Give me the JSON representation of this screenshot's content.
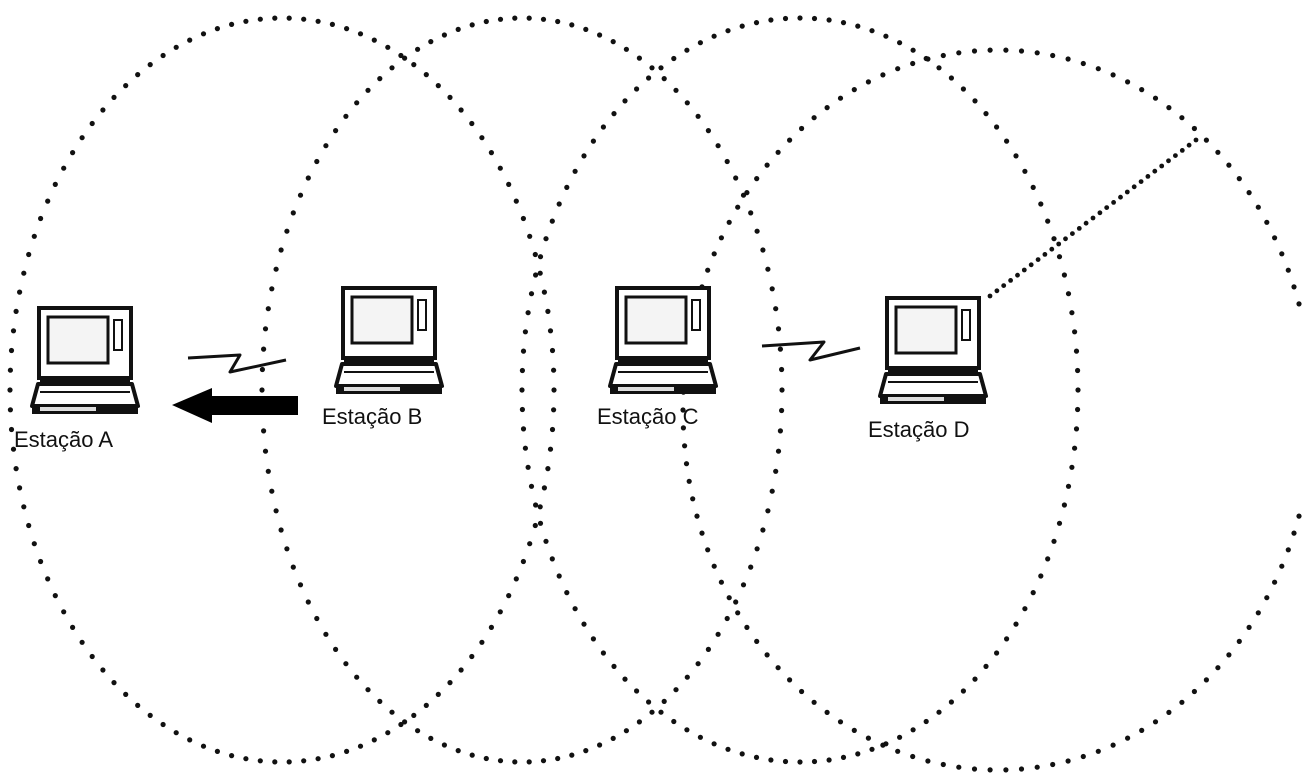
{
  "stations": [
    {
      "id": "a",
      "label": "Estação A"
    },
    {
      "id": "b",
      "label": "Estação B"
    },
    {
      "id": "c",
      "label": "Estação C"
    },
    {
      "id": "d",
      "label": "Estação D"
    }
  ],
  "colors": {
    "ink": "#111111",
    "background": "#ffffff",
    "screen": "#f4f4f4"
  },
  "icons": [
    "laptop-icon",
    "wireless-link-icon",
    "arrow-left-icon"
  ]
}
